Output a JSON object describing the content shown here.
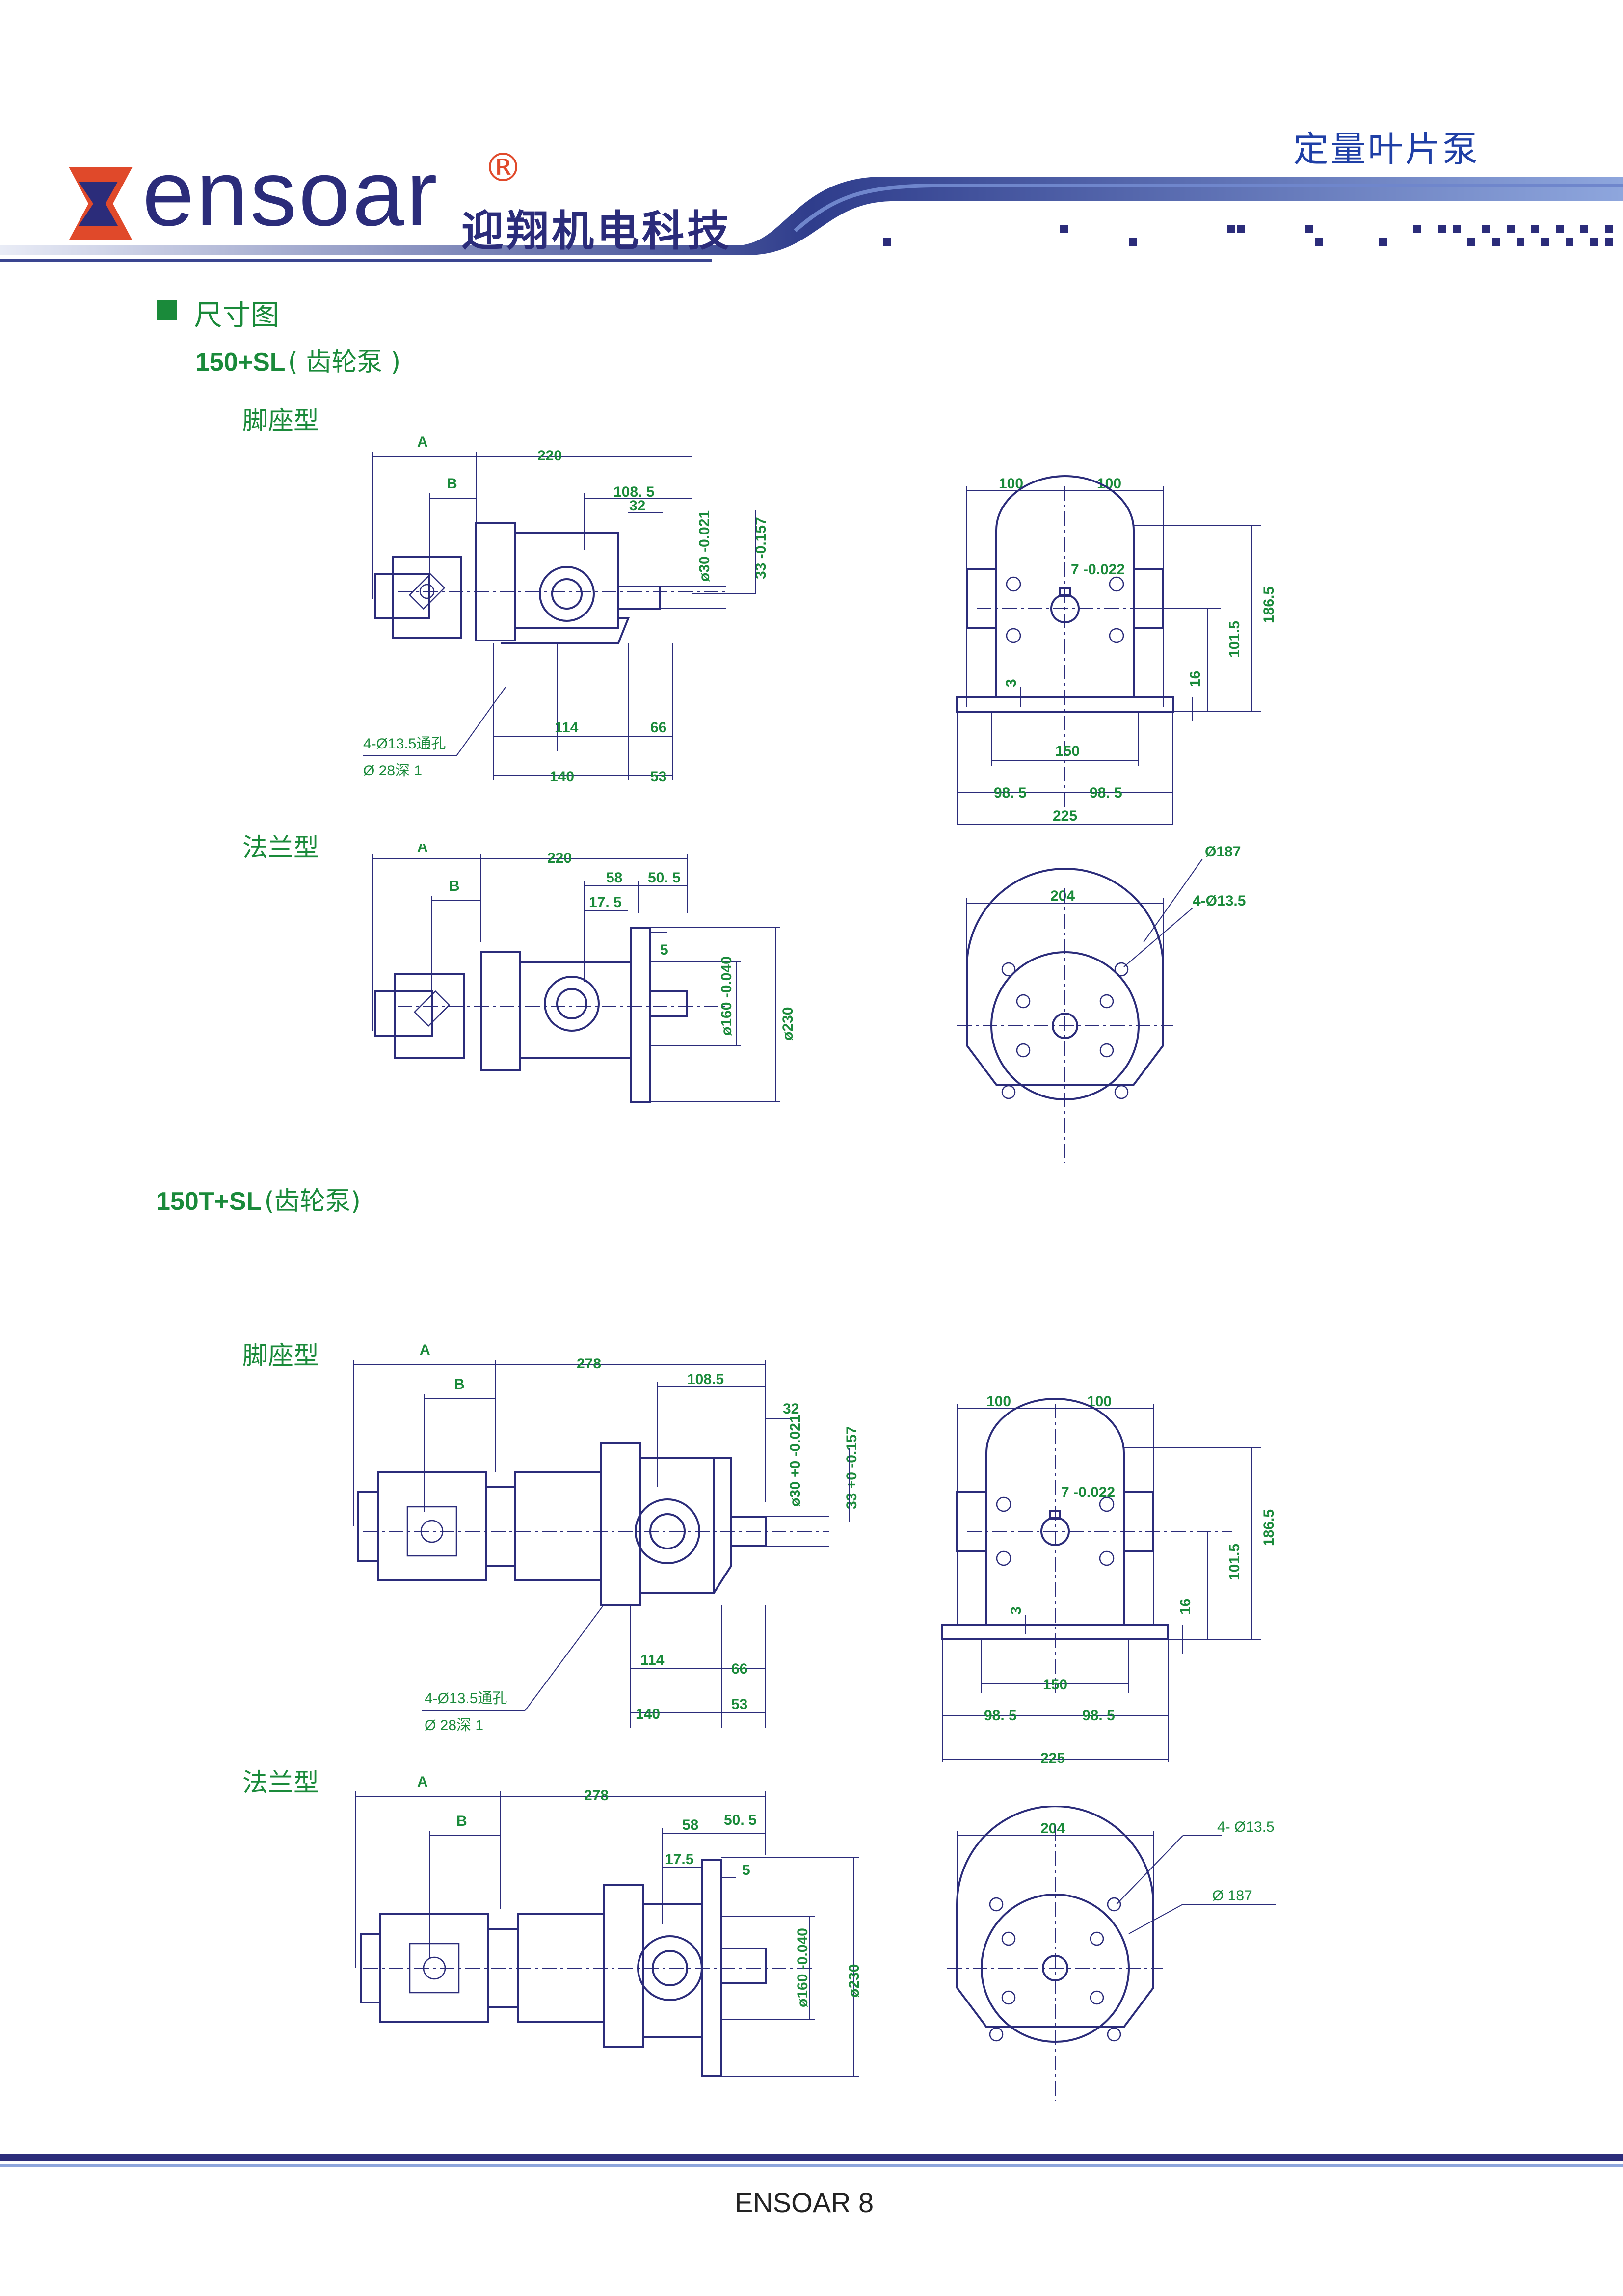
{
  "header": {
    "logo_text": "ensoar",
    "registered_mark": "®",
    "company_name": "迎翔机电科技",
    "product_name": "定量叶片泵"
  },
  "section": {
    "title": "尺寸图",
    "models": [
      {
        "name": "150+SL",
        "suffix": "( 齿轮泵 )"
      },
      {
        "name": "150T+SL",
        "suffix": "(齿轮泵)"
      }
    ],
    "types": {
      "foot": "脚座型",
      "flange": "法兰型"
    }
  },
  "drawings": {
    "d1": {
      "A": "A",
      "B": "B",
      "len": "220",
      "a": "108. 5",
      "b": "32",
      "shaft": "ø30 -0.021",
      "key": "33 -0.157",
      "c": "114",
      "d": "66",
      "e": "140",
      "f": "53",
      "hole1": "4-Ø13.5通孔",
      "hole2": "Ø 28深 1"
    },
    "d2": {
      "w1": "100",
      "w2": "100",
      "key": "7 -0.022",
      "h1": "186.5",
      "h2": "101.5",
      "h3": "16",
      "h4": "3",
      "b1": "150",
      "b2": "98. 5",
      "b3": "98. 5",
      "total": "225"
    },
    "d3": {
      "A": "A",
      "B": "B",
      "len": "220",
      "a": "58",
      "b": "50. 5",
      "c": "17. 5",
      "d": "5",
      "pilot": "ø160 -0.040",
      "od": "ø230"
    },
    "d4": {
      "w": "204",
      "pcd": "Ø187",
      "holes": "4-Ø13.5"
    },
    "d5": {
      "A": "A",
      "B": "B",
      "len": "278",
      "a": "108.5",
      "b": "32",
      "shaft": "ø30 +0 -0.021",
      "key": "33 +0 -0.157",
      "c": "114",
      "d": "66",
      "e": "140",
      "f": "53",
      "hole1": "4-Ø13.5通孔",
      "hole2": "Ø 28深 1"
    },
    "d6": {
      "w1": "100",
      "w2": "100",
      "key": "7 -0.022",
      "h1": "186.5",
      "h2": "101.5",
      "h3": "16",
      "h4": "3",
      "b1": "150",
      "b2": "98. 5",
      "b3": "98. 5",
      "total": "225"
    },
    "d7": {
      "A": "A",
      "B": "B",
      "len": "278",
      "a": "58",
      "b": "50. 5",
      "c": "17.5",
      "d": "5",
      "pilot": "ø160 -0.040",
      "od": "ø230"
    },
    "d8": {
      "w": "204",
      "holes": "4- Ø13.5",
      "pcd": "Ø 187"
    }
  },
  "footer": {
    "page_label": "ENSOAR 8"
  },
  "colors": {
    "navy": "#2b2c7a",
    "green": "#1a8a3a",
    "orange": "#e0492a",
    "blue": "#1f3fa6"
  }
}
